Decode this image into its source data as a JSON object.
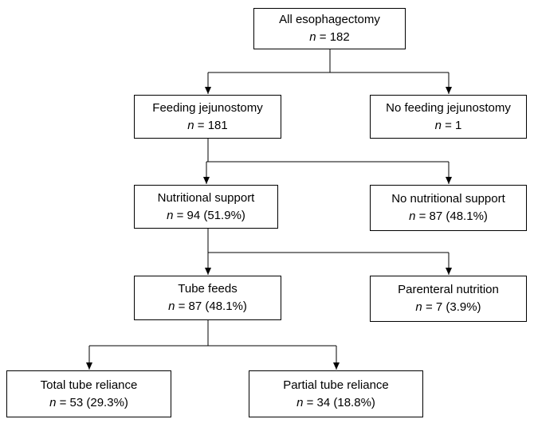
{
  "nodes": [
    {
      "id": "all",
      "label": "All esophagectomy",
      "n_symbol": "n",
      "n_value": "= 182"
    },
    {
      "id": "fj",
      "label": "Feeding jejunostomy",
      "n_symbol": "n",
      "n_value": "= 181"
    },
    {
      "id": "nofj",
      "label": "No feeding jejunostomy",
      "n_symbol": "n",
      "n_value": "= 1"
    },
    {
      "id": "ns",
      "label": "Nutritional support",
      "n_symbol": "n",
      "n_value": "= 94 (51.9%)"
    },
    {
      "id": "nons",
      "label": "No nutritional support",
      "n_symbol": "n",
      "n_value": "= 87 (48.1%)"
    },
    {
      "id": "tf",
      "label": "Tube feeds",
      "n_symbol": "n",
      "n_value": "= 87 (48.1%)"
    },
    {
      "id": "pn",
      "label": "Parenteral nutrition",
      "n_symbol": "n",
      "n_value": "= 7 (3.9%)"
    },
    {
      "id": "ttr",
      "label": "Total tube reliance",
      "n_symbol": "n",
      "n_value": "= 53 (29.3%)"
    },
    {
      "id": "ptr",
      "label": "Partial tube reliance",
      "n_symbol": "n",
      "n_value": "= 34 (18.8%)"
    }
  ],
  "edges": [
    {
      "from": "all",
      "to": "fj"
    },
    {
      "from": "all",
      "to": "nofj"
    },
    {
      "from": "fj",
      "to": "ns"
    },
    {
      "from": "fj",
      "to": "nons"
    },
    {
      "from": "ns",
      "to": "tf"
    },
    {
      "from": "ns",
      "to": "pn"
    },
    {
      "from": "tf",
      "to": "ttr"
    },
    {
      "from": "tf",
      "to": "ptr"
    }
  ]
}
